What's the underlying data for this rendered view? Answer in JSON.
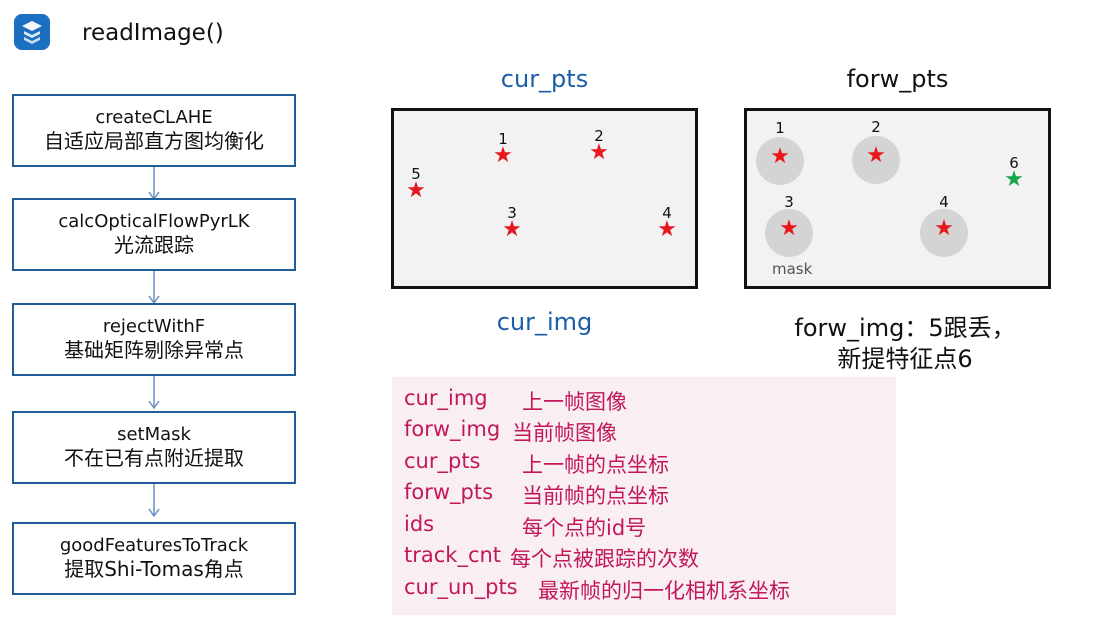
{
  "header": {
    "title": "readImage()"
  },
  "flow": [
    {
      "fn": "createCLAHE",
      "zh": "自适应局部直方图均衡化"
    },
    {
      "fn": "calcOpticalFlowPyrLK",
      "zh": "光流跟踪"
    },
    {
      "fn": "rejectWithF",
      "zh": "基础矩阵剔除异常点"
    },
    {
      "fn": "setMask",
      "zh": "不在已有点附近提取"
    },
    {
      "fn": "goodFeaturesToTrack",
      "zh": "提取Shi-Tomas角点"
    }
  ],
  "cur": {
    "title": "cur_pts",
    "caption": "cur_img",
    "points": [
      {
        "label": "1",
        "color": "#e8161d"
      },
      {
        "label": "2",
        "color": "#e8161d"
      },
      {
        "label": "5",
        "color": "#e8161d"
      },
      {
        "label": "3",
        "color": "#e8161d"
      },
      {
        "label": "4",
        "color": "#e8161d"
      }
    ]
  },
  "forw": {
    "title": "forw_pts",
    "caption_line1": "forw_img：5跟丢，",
    "caption_line2": "新提特征点6",
    "mask_label": "mask",
    "points": [
      {
        "label": "1",
        "color": "#e8161d"
      },
      {
        "label": "2",
        "color": "#e8161d"
      },
      {
        "label": "6",
        "color": "#14a84b"
      },
      {
        "label": "3",
        "color": "#e8161d"
      },
      {
        "label": "4",
        "color": "#e8161d"
      }
    ]
  },
  "legend": [
    {
      "key": "cur_img",
      "desc": "上一帧图像"
    },
    {
      "key": "forw_img",
      "desc": "当前帧图像"
    },
    {
      "key": "cur_pts",
      "desc": "上一帧的点坐标"
    },
    {
      "key": "forw_pts",
      "desc": "当前帧的点坐标"
    },
    {
      "key": "ids",
      "desc": "每个点的id号"
    },
    {
      "key": "track_cnt",
      "desc": "每个点被跟踪的次数"
    },
    {
      "key": "cur_un_pts",
      "desc": "最新帧的归一化相机系坐标"
    }
  ],
  "colors": {
    "title_blue": "#1a5ea8",
    "frame_border": "#111111",
    "flow_border": "#1f5c99",
    "legend_text": "#c2185b",
    "legend_bg": "#f9eef1"
  }
}
